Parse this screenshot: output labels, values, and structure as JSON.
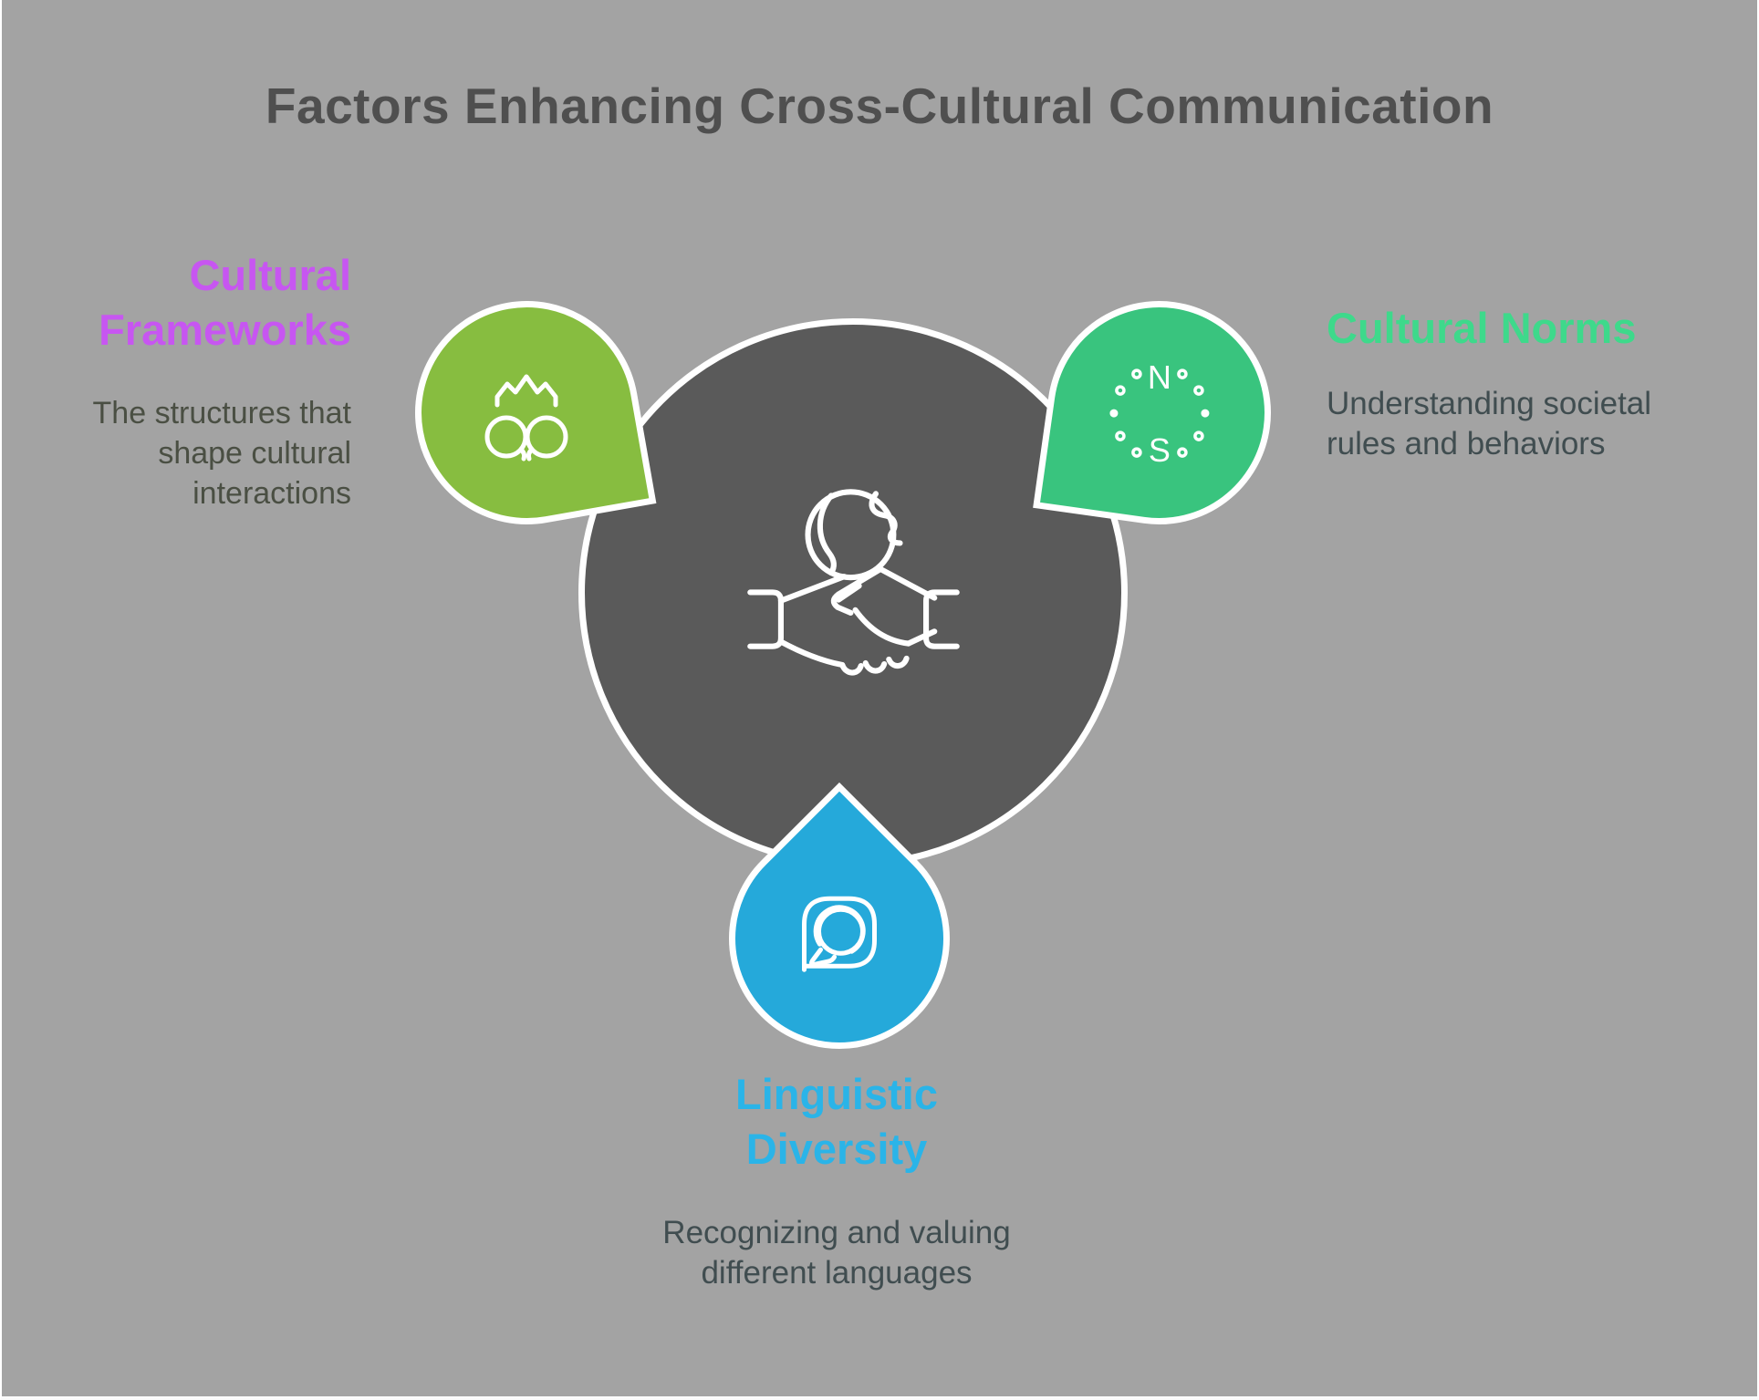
{
  "title": "Factors Enhancing Cross-Cultural Communication",
  "hub": {
    "icon": "globe-handshake-icon"
  },
  "factors": [
    {
      "name": "Cultural Frameworks",
      "title_lines": [
        "Cultural",
        "Frameworks"
      ],
      "description": "The structures that shape cultural interactions",
      "description_lines": [
        "The structures that",
        "shape cultural",
        "interactions"
      ],
      "icon": "people-crown-icon",
      "title_color": "#c756f1",
      "bubble_color": "#87bd40"
    },
    {
      "name": "Cultural Norms",
      "title_lines": [
        "Cultural Norms"
      ],
      "description": "Understanding societal rules and behaviors",
      "description_lines": [
        "Understanding societal",
        "rules and behaviors"
      ],
      "icon": "compass-icon",
      "compass": {
        "north": "N",
        "south": "S"
      },
      "title_color": "#3ed98b",
      "bubble_color": "#39c47e"
    },
    {
      "name": "Linguistic Diversity",
      "title_lines": [
        "Linguistic",
        "Diversity"
      ],
      "description": "Recognizing and valuing different languages",
      "description_lines": [
        "Recognizing and valuing",
        "different languages"
      ],
      "icon": "chat-bubble-pin-icon",
      "title_color": "#2ab4e8",
      "bubble_color": "#25a9da"
    }
  ],
  "colors": {
    "background": "#a3a3a3",
    "hub_circle": "#5a5a5a",
    "title_text": "#4f4f4f",
    "description_text": "#45504b",
    "outline_stroke": "#ffffff"
  }
}
